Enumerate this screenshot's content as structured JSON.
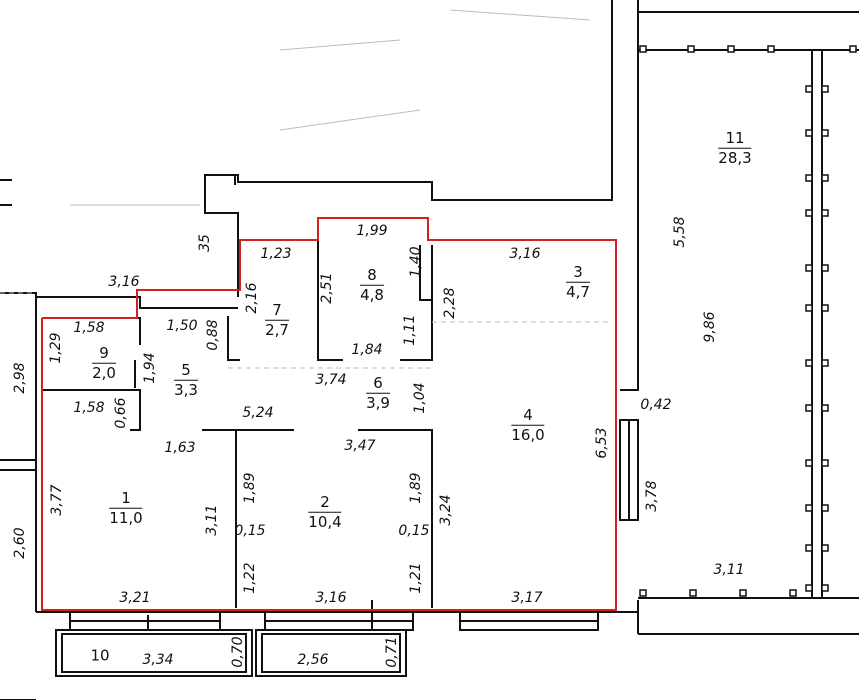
{
  "rooms": [
    {
      "num": "1",
      "area": "11,0"
    },
    {
      "num": "2",
      "area": "10,4"
    },
    {
      "num": "3",
      "area": "4,7"
    },
    {
      "num": "4",
      "area": "16,0"
    },
    {
      "num": "5",
      "area": "3,3"
    },
    {
      "num": "6",
      "area": "3,9"
    },
    {
      "num": "7",
      "area": "2,7"
    },
    {
      "num": "8",
      "area": "4,8"
    },
    {
      "num": "9",
      "area": "2,0"
    },
    {
      "num": "10"
    },
    {
      "num": "11",
      "area": "28,3"
    }
  ],
  "dims": [
    "3,16",
    "1,58",
    "1,29",
    "1,50",
    "0,88",
    "1,94",
    "1,58",
    "0,66",
    "1,63",
    "3,77",
    "2,98",
    "2,60",
    "3,21",
    "3,34",
    "0,70",
    "5,24",
    "3,11",
    "1,89",
    "0,15",
    "1,22",
    "3,47",
    "3,16",
    "2,56",
    "0,71",
    "1,89",
    "0,15",
    "1,21",
    "3,24",
    "3,17",
    "3,74",
    "1,84",
    "1,04",
    "1,23",
    "2,16",
    "2,51",
    "1,99",
    "1,40",
    "1,11",
    "3,16",
    "2,28",
    "6,53",
    "3,78",
    "0,42",
    "9,86",
    "5,58",
    "3,11",
    "35"
  ],
  "colors": {
    "outline": "#d42020",
    "wall": "#111111",
    "dash": "#bbbbbb"
  }
}
